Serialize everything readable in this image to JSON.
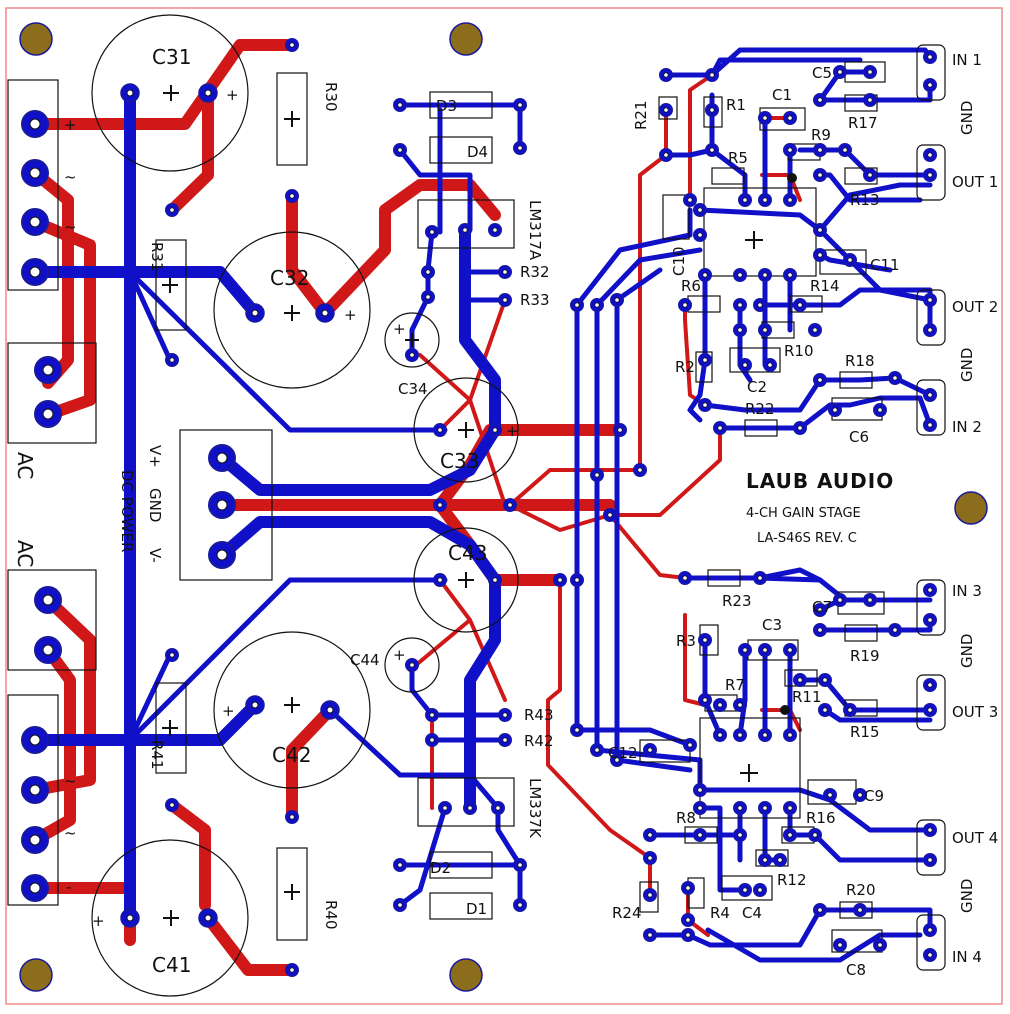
{
  "board": {
    "brand": "LAUB AUDIO",
    "product": "4-CH GAIN STAGE",
    "revision": "LA-S46S REV. C",
    "colors": {
      "outline": "#f08a8a",
      "top_copper": "#d01818",
      "bottom_copper": "#1010c8",
      "pad": "#1a1a9a",
      "mount_hole": "#8b6d1c",
      "silk": "#111111"
    }
  },
  "connectors": {
    "in1": "IN 1",
    "out1": "OUT 1",
    "out2": "OUT 2",
    "in2": "IN 2",
    "in3": "IN 3",
    "out3": "OUT 3",
    "out4": "OUT 4",
    "in4": "IN 4",
    "gnd": "GND",
    "ac": "AC",
    "power_vplus": "V+",
    "power_gnd": "GND",
    "power_vminus": "V-",
    "power_title": "DC POWER"
  },
  "caps_big": [
    "C31",
    "C32",
    "C41",
    "C42",
    "C33",
    "C43"
  ],
  "parts": {
    "R30": "R30",
    "R31": "R31",
    "R40": "R40",
    "R41": "R41",
    "D1": "D1",
    "D2": "D2",
    "D3": "D3",
    "D4": "D4",
    "LM317A": "LM317A",
    "LM337K": "LM337K",
    "R32": "R32",
    "R33": "R33",
    "R42": "R42",
    "R43": "R43",
    "C34": "C34",
    "C44": "C44",
    "R1": "R1",
    "R2": "R2",
    "R3": "R3",
    "R4": "R4",
    "R5": "R5",
    "R6": "R6",
    "R7": "R7",
    "R8": "R8",
    "R9": "R9",
    "R10": "R10",
    "R11": "R11",
    "R12": "R12",
    "R13": "R13",
    "R14": "R14",
    "R15": "R15",
    "R16": "R16",
    "R17": "R17",
    "R18": "R18",
    "R19": "R19",
    "R20": "R20",
    "R21": "R21",
    "R22": "R22",
    "R23": "R23",
    "R24": "R24",
    "C1": "C1",
    "C2": "C2",
    "C3": "C3",
    "C4": "C4",
    "C5": "C5",
    "C6": "C6",
    "C7": "C7",
    "C8": "C8",
    "C9": "C9",
    "C10": "C10",
    "C11": "C11",
    "C12": "C12"
  },
  "markings": {
    "plus": "+",
    "minus": "-",
    "tilde": "~"
  }
}
